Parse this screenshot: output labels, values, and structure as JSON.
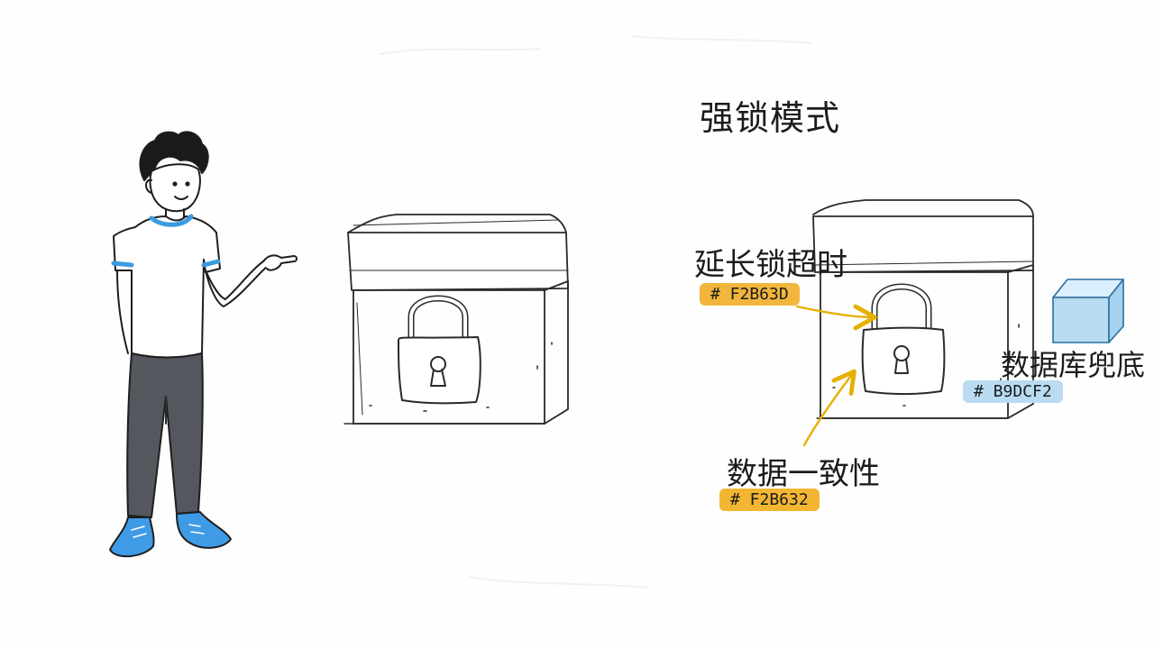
{
  "title": "强锁模式",
  "labels": {
    "extend_timeout": "延长锁超时",
    "consistency": "数据一致性",
    "db_fallback": "数据库兜底"
  },
  "tags": {
    "extend_timeout": "# F2B63D",
    "consistency": "# F2B632",
    "db_fallback": "# B9DCF2"
  },
  "colors": {
    "extend_timeout": "#F2B63D",
    "consistency": "#F2B632",
    "db_fallback": "#B9DCF2",
    "shirt_trim": "#3a9be0",
    "shoes": "#3f9be6",
    "pants": "#55575e",
    "db_cube": "#b9dcf2"
  },
  "icons": {
    "person": "person-pointing-icon",
    "box_left": "locked-box-icon",
    "box_right": "locked-box-icon",
    "padlock": "padlock-icon",
    "database": "database-cube-icon"
  }
}
